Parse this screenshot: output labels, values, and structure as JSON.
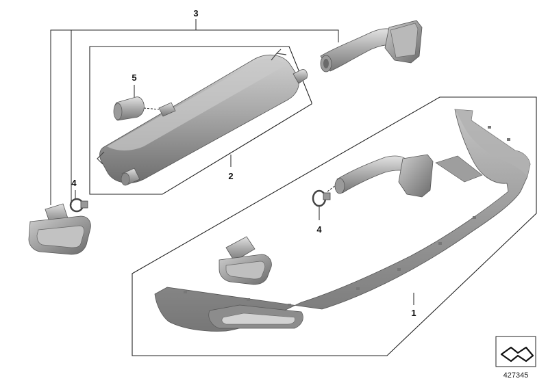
{
  "diagram": {
    "callouts": {
      "p1": "1",
      "p2": "2",
      "p3": "3",
      "p4a": "4",
      "p4b": "4",
      "p5": "5"
    },
    "doc_number": "427345",
    "icon": "parts-kit-symbol-icon"
  }
}
